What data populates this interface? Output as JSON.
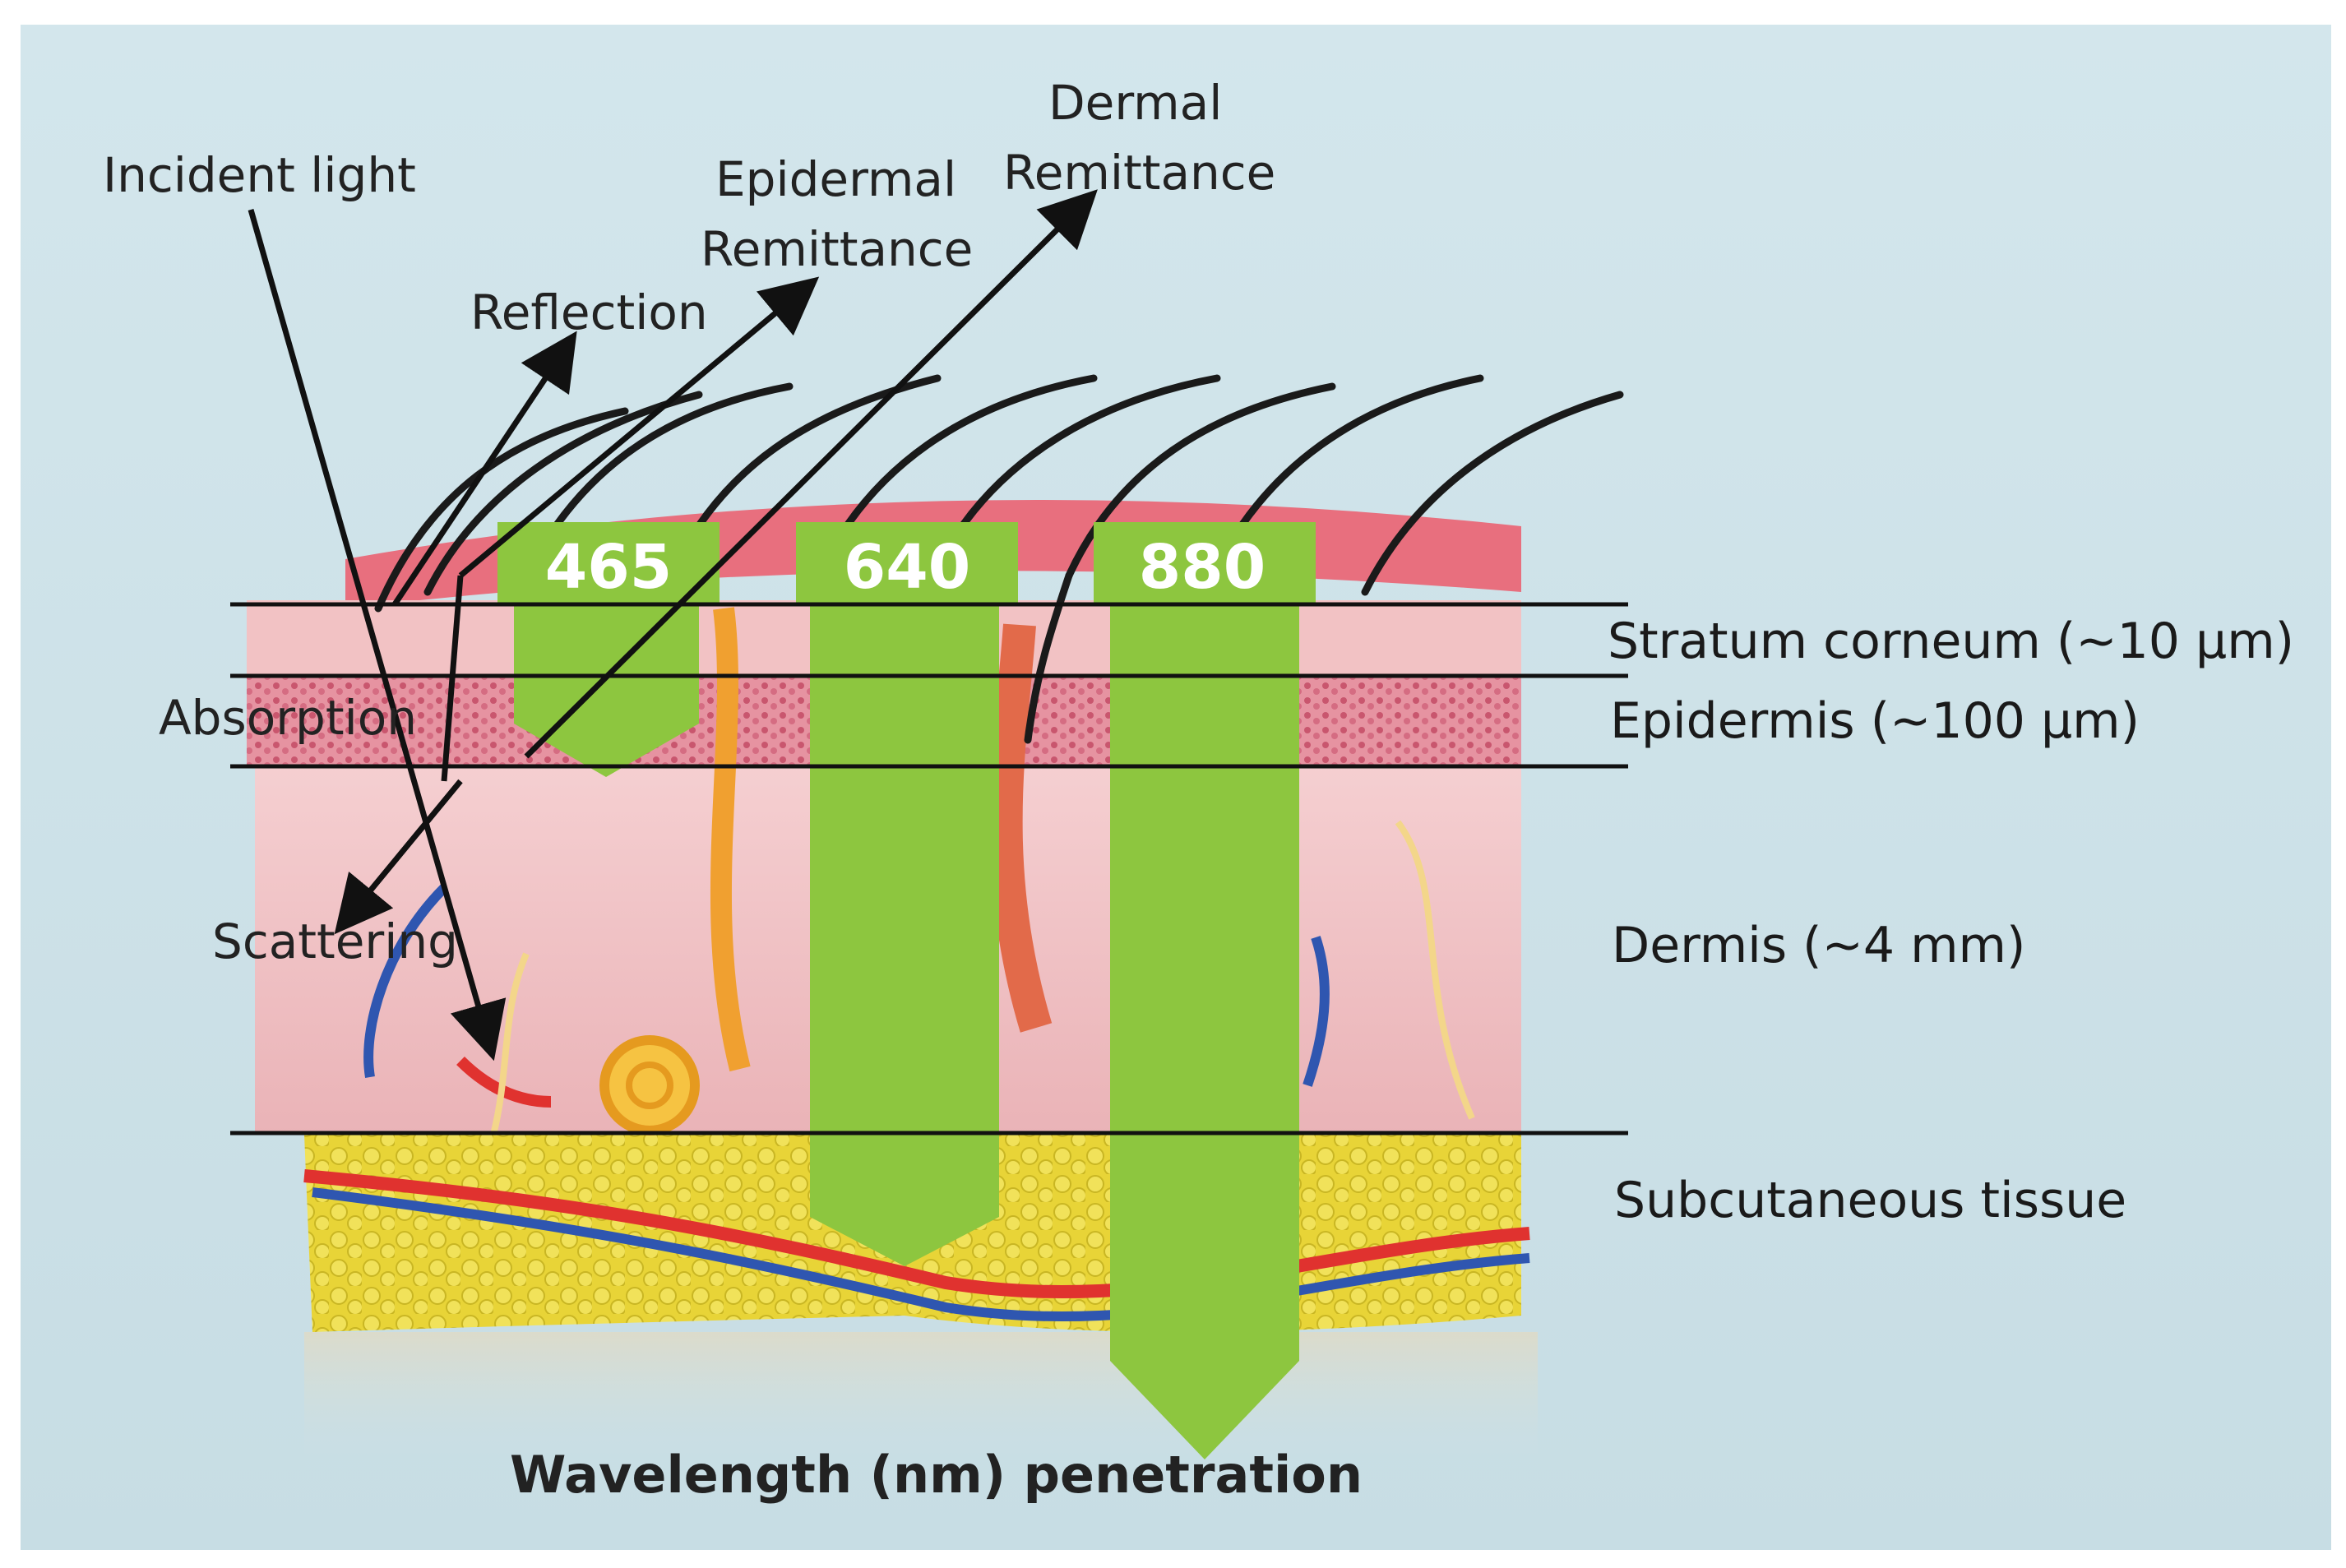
{
  "labels": {
    "incident": "Incident light",
    "reflection": "Reflection",
    "epidermal_1": "Epidermal",
    "epidermal_2": "Remittance",
    "dermal_1": "Dermal",
    "dermal_2": "Remittance",
    "absorption": "Absorption",
    "scattering": "Scattering",
    "caption": "Wavelength (nm) penetration"
  },
  "layers": [
    {
      "name": "Stratum corneum (~10 µm)"
    },
    {
      "name": "Epidermis (~100 µm)"
    },
    {
      "name": "Dermis (~4 mm)"
    },
    {
      "name": "Subcutaneous tissue"
    }
  ],
  "wavelengths": [
    {
      "value": "465",
      "depth_layer": "Epidermis"
    },
    {
      "value": "640",
      "depth_layer": "Subcutaneous tissue"
    },
    {
      "value": "880",
      "depth_layer": "Below subcutaneous tissue"
    }
  ],
  "colors": {
    "background": "#cfe3ea",
    "bar_green": "#8dc63f",
    "skin_pink": "#f3c4c6",
    "epidermis_pink": "#e88c9a",
    "fat_yellow": "#e7d23a",
    "artery_red": "#e0322f",
    "vein_blue": "#2f56b0",
    "line_black": "#111111"
  }
}
